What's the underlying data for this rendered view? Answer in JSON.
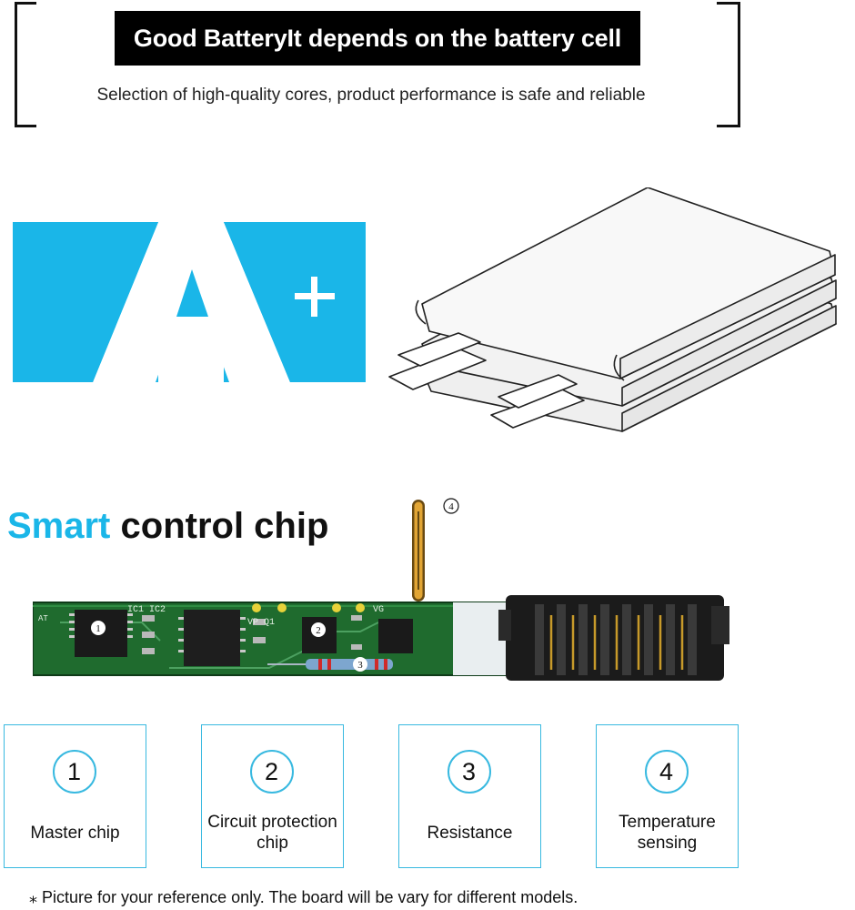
{
  "header": {
    "title": "Good BatteryIt depends on the battery cell",
    "subtitle": "Selection of high-quality cores, product performance is safe and reliable"
  },
  "grade": {
    "letter": "A",
    "plus": "+",
    "color": "#1ab6e8"
  },
  "chip_section": {
    "title_accent": "Smart",
    "title_rest": "control chip",
    "board_labels": {
      "ic": "IC1 IC2",
      "vp": "VP Q1",
      "vg": "VG",
      "at": "AT"
    },
    "markers": [
      "1",
      "2",
      "3",
      "4"
    ]
  },
  "cards": [
    {
      "number": "1",
      "label": "Master chip"
    },
    {
      "number": "2",
      "label": "Circuit protection chip"
    },
    {
      "number": "3",
      "label": "Resistance"
    },
    {
      "number": "4",
      "label": "Temperature sensing"
    }
  ],
  "footnote": "⁎ Picture for your reference only. The board will be vary for different models."
}
